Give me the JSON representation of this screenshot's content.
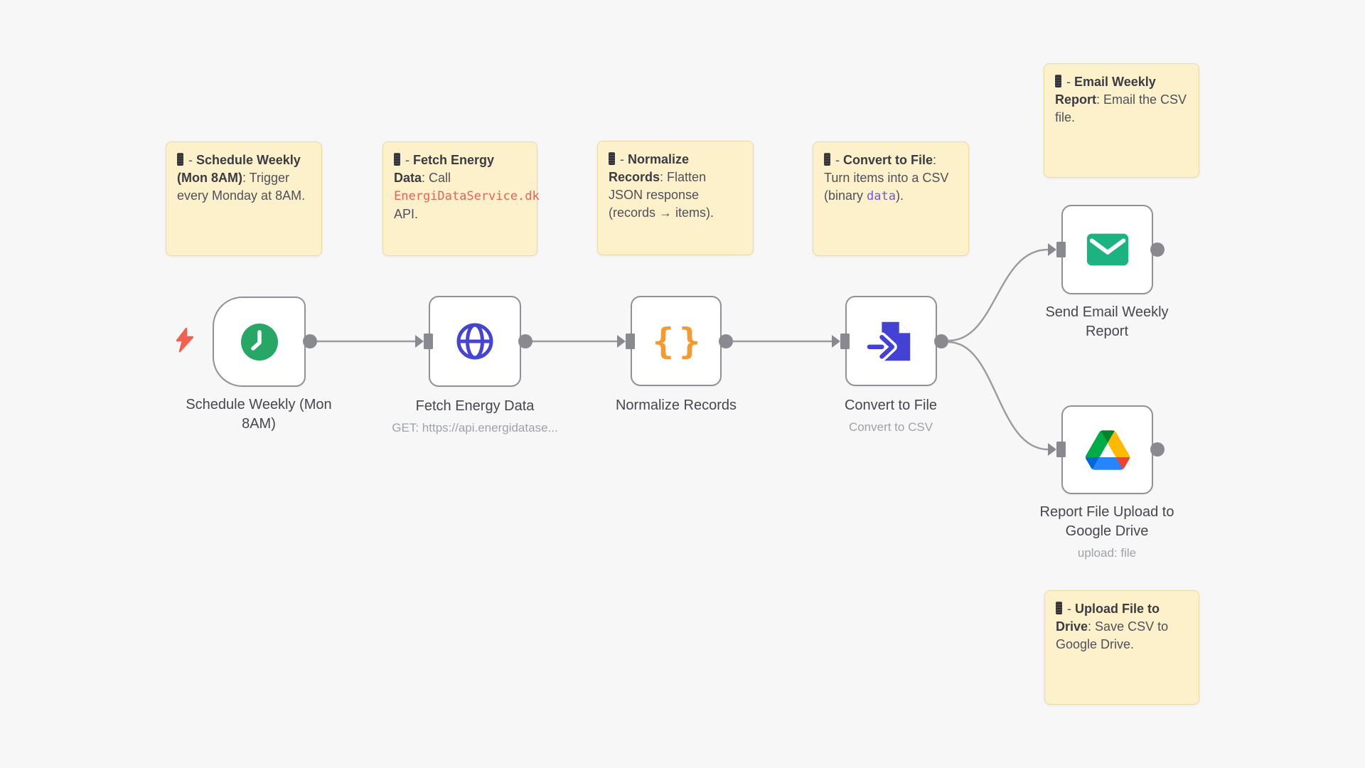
{
  "canvas": {
    "background": "#f7f7f8"
  },
  "workflow": {
    "nodes": [
      {
        "id": "schedule-trigger",
        "label": "Schedule Weekly (Mon 8AM)",
        "subtitle": "",
        "icon": "clock-icon",
        "icon_color": "#27a765",
        "shape": "trigger"
      },
      {
        "id": "http-request",
        "label": "Fetch Energy Data",
        "subtitle": "GET: https://api.energidatase...",
        "icon": "globe-icon",
        "icon_color": "#4644d2"
      },
      {
        "id": "normalize-records",
        "label": "Normalize Records",
        "subtitle": "",
        "icon": "curly-braces-icon",
        "icon_glyph": "{}",
        "icon_color": "#f49a2f"
      },
      {
        "id": "convert-to-file",
        "label": "Convert to File",
        "subtitle": "Convert to CSV",
        "icon": "file-import-icon",
        "icon_color": "#4442d4"
      },
      {
        "id": "send-email",
        "label": "Send Email Weekly Report",
        "subtitle": "",
        "icon": "envelope-icon",
        "icon_color": "#1cb380"
      },
      {
        "id": "google-drive-upload",
        "label": "Report File Upload to Google Drive",
        "subtitle": "upload: file",
        "icon": "google-drive-icon"
      }
    ],
    "connections": [
      {
        "from": "Schedule Weekly (Mon 8AM)",
        "to": "Fetch Energy Data"
      },
      {
        "from": "Fetch Energy Data",
        "to": "Normalize Records"
      },
      {
        "from": "Normalize Records",
        "to": "Convert to File"
      },
      {
        "from": "Convert to File",
        "to": "Send Email Weekly Report"
      },
      {
        "from": "Convert to File",
        "to": "Report File Upload to Google Drive"
      }
    ],
    "notes": [
      {
        "emoji_icon": "missing-emoji",
        "prefix": " - ",
        "title": "Schedule Weekly (Mon 8AM)",
        "sep": ": ",
        "body_pre": "Trigger every Monday at 8AM.",
        "code": "",
        "code_style": "",
        "body_post": ""
      },
      {
        "emoji_icon": "missing-emoji",
        "prefix": " - ",
        "title": "Fetch Energy Data",
        "sep": ": ",
        "body_pre": "Call ",
        "code": "EnergiDataService.dk",
        "code_style": "color:#ea6257",
        "body_post": " API."
      },
      {
        "emoji_icon": "missing-emoji",
        "prefix": " - ",
        "title": "Normalize Records",
        "sep": ": ",
        "body_pre": "Flatten JSON response (records → items).",
        "code": "",
        "code_style": "",
        "body_post": ""
      },
      {
        "emoji_icon": "missing-emoji",
        "prefix": " - ",
        "title": "Convert to File",
        "sep": ": ",
        "body_pre": "Turn items into a CSV (binary ",
        "code": "data",
        "code_style": "color:#6e57dd",
        "body_post": ")."
      },
      {
        "emoji_icon": "missing-emoji",
        "prefix": " - ",
        "title": "Email Weekly Report",
        "sep": ": ",
        "body_pre": "Email the CSV file.",
        "code": "",
        "code_style": "",
        "body_post": ""
      },
      {
        "emoji_icon": "missing-emoji",
        "prefix": " - ",
        "title": "Upload File to Drive",
        "sep": ": ",
        "body_pre": "Save CSV to Google Drive.",
        "code": "",
        "code_style": "",
        "body_post": ""
      }
    ]
  }
}
